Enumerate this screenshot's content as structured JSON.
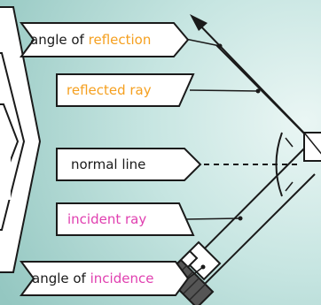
{
  "labels": {
    "angle_of_reflection": {
      "prefix": "angle of ",
      "keyword": "reflection",
      "keyword_color": "#f5a020"
    },
    "reflected_ray": {
      "text": "reflected ray",
      "color": "#f5a020"
    },
    "normal_line": {
      "text": "normal line",
      "color": "#1a1a1a"
    },
    "incident_ray": {
      "text": "incident ray",
      "color": "#e040b0"
    },
    "angle_of_incidence": {
      "prefix": "angle of ",
      "keyword": "incidence",
      "keyword_color": "#e040b0"
    }
  },
  "colors": {
    "background_dark": "#9fcdc8",
    "background_light": "#eaf6f4",
    "stroke": "#1a1a1a",
    "label_fill": "#ffffff",
    "prefix_color": "#1a1a1a"
  },
  "icons": [
    "torch-icon",
    "mirror-icon",
    "arrowhead-icon"
  ]
}
